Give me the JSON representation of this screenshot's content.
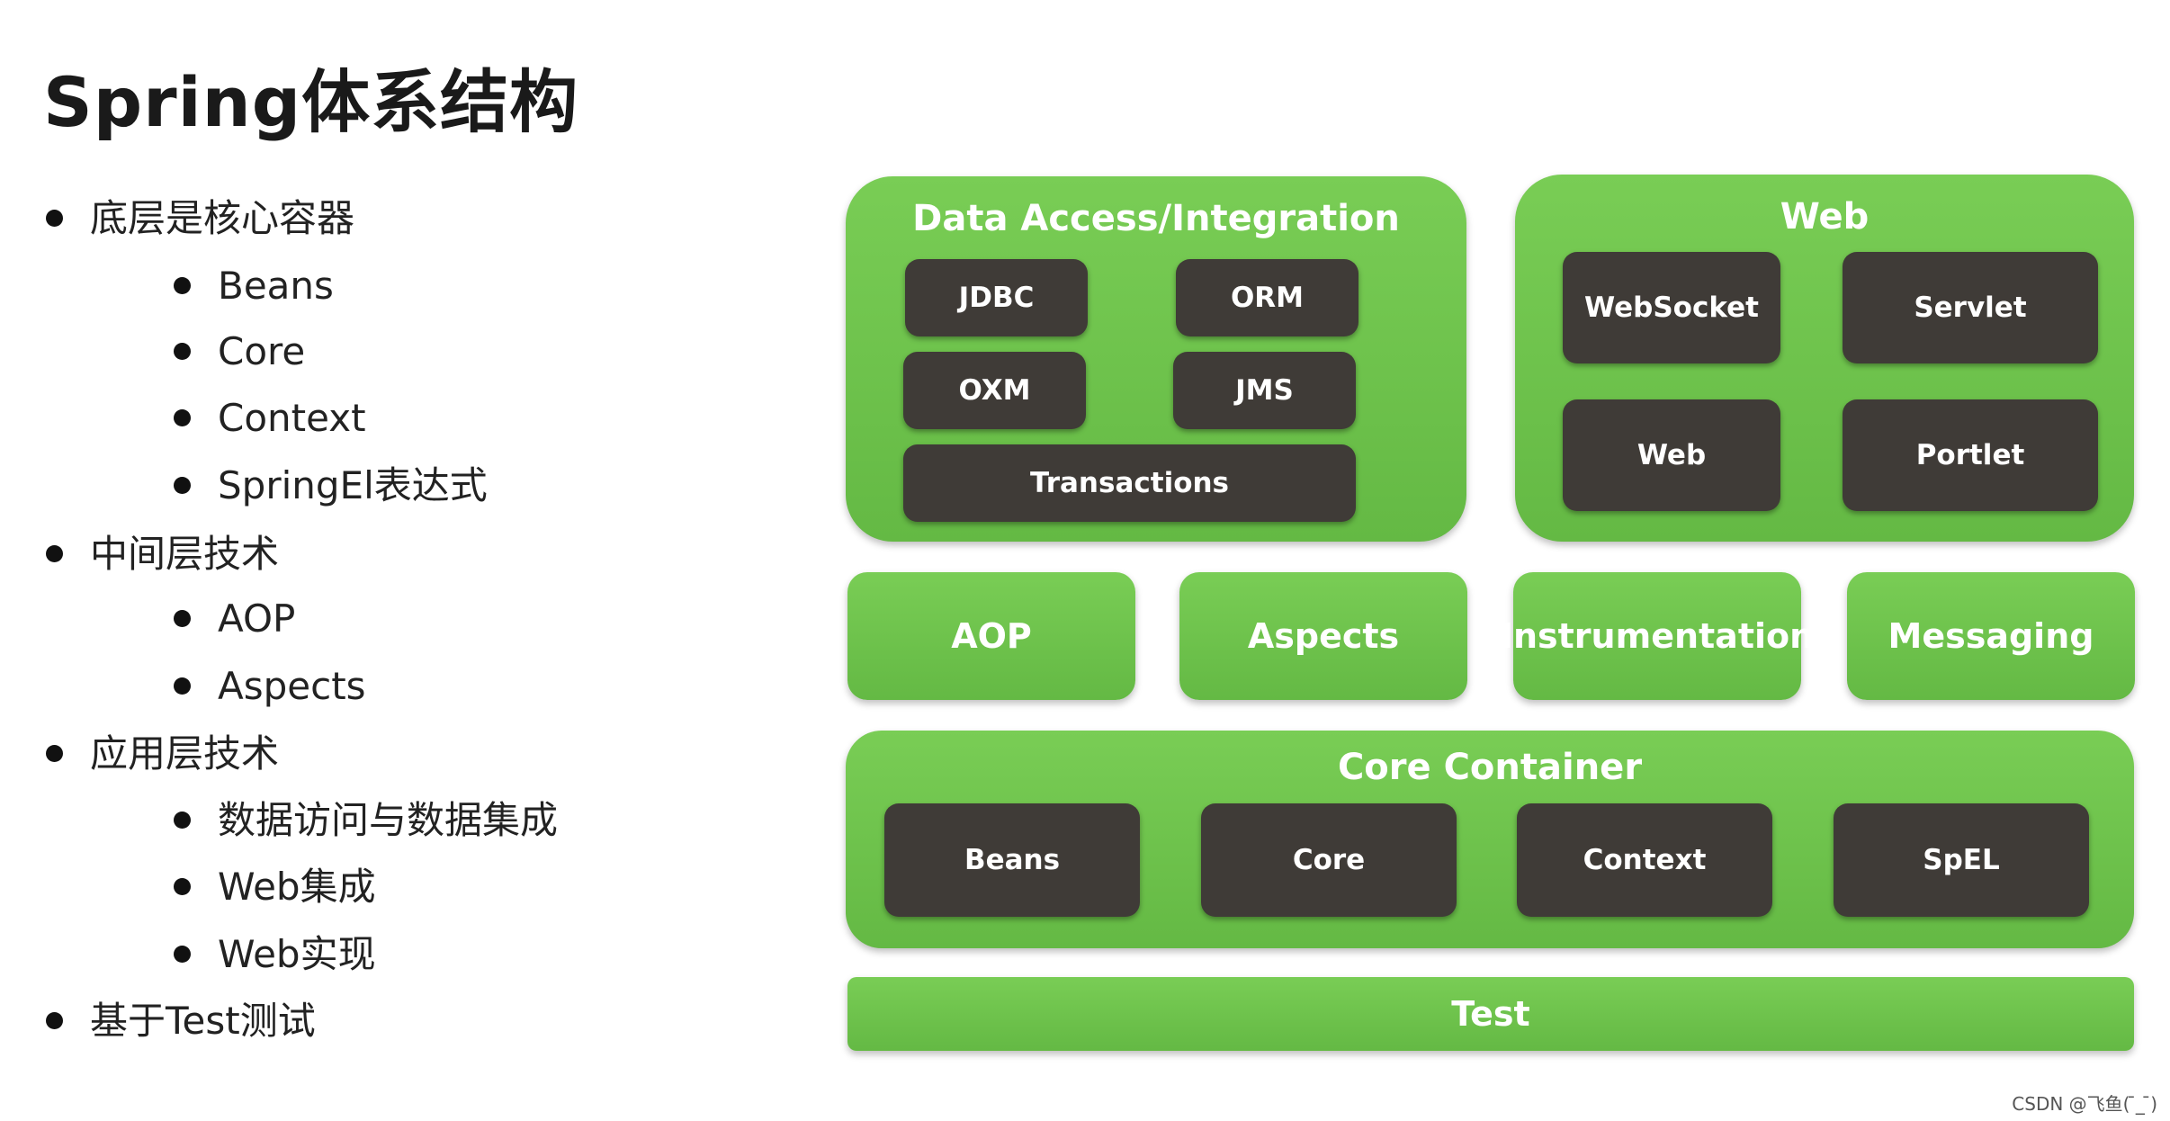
{
  "title": "Spring体系结构",
  "bullets": [
    {
      "text": "底层是核心容器",
      "level": 1
    },
    {
      "text": "Beans",
      "level": 2
    },
    {
      "text": "Core",
      "level": 2
    },
    {
      "text": "Context",
      "level": 2
    },
    {
      "text": "SpringEl表达式",
      "level": 2
    },
    {
      "text": "中间层技术",
      "level": 1
    },
    {
      "text": "AOP",
      "level": 2
    },
    {
      "text": "Aspects",
      "level": 2
    },
    {
      "text": "应用层技术",
      "level": 1
    },
    {
      "text": "数据访问与数据集成",
      "level": 2
    },
    {
      "text": "Web集成",
      "level": 2
    },
    {
      "text": "Web实现",
      "level": 2
    },
    {
      "text": "基于Test测试",
      "level": 1
    }
  ],
  "diagram": {
    "data_access": {
      "title": "Data Access/Integration",
      "modules": [
        "JDBC",
        "ORM",
        "OXM",
        "JMS",
        "Transactions"
      ]
    },
    "web": {
      "title": "Web",
      "modules": [
        "WebSocket",
        "Servlet",
        "Web",
        "Portlet"
      ]
    },
    "middle": [
      "AOP",
      "Aspects",
      "Instrumentation",
      "Messaging"
    ],
    "core_container": {
      "title": "Core Container",
      "modules": [
        "Beans",
        "Core",
        "Context",
        "SpEL"
      ]
    },
    "test": "Test"
  },
  "watermark": "CSDN @飞鱼( ̄_ ̄)",
  "colors": {
    "group_green": "#6cc24a",
    "module_dark": "#3f3b37",
    "text_white": "#ffffff"
  }
}
